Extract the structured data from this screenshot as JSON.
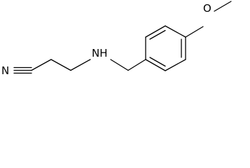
{
  "structure": {
    "atoms": {
      "nitrile_n": "N",
      "amine": "NH",
      "ether_o": "O"
    },
    "colors": {
      "ink": "#000000",
      "background": "#ffffff"
    }
  }
}
